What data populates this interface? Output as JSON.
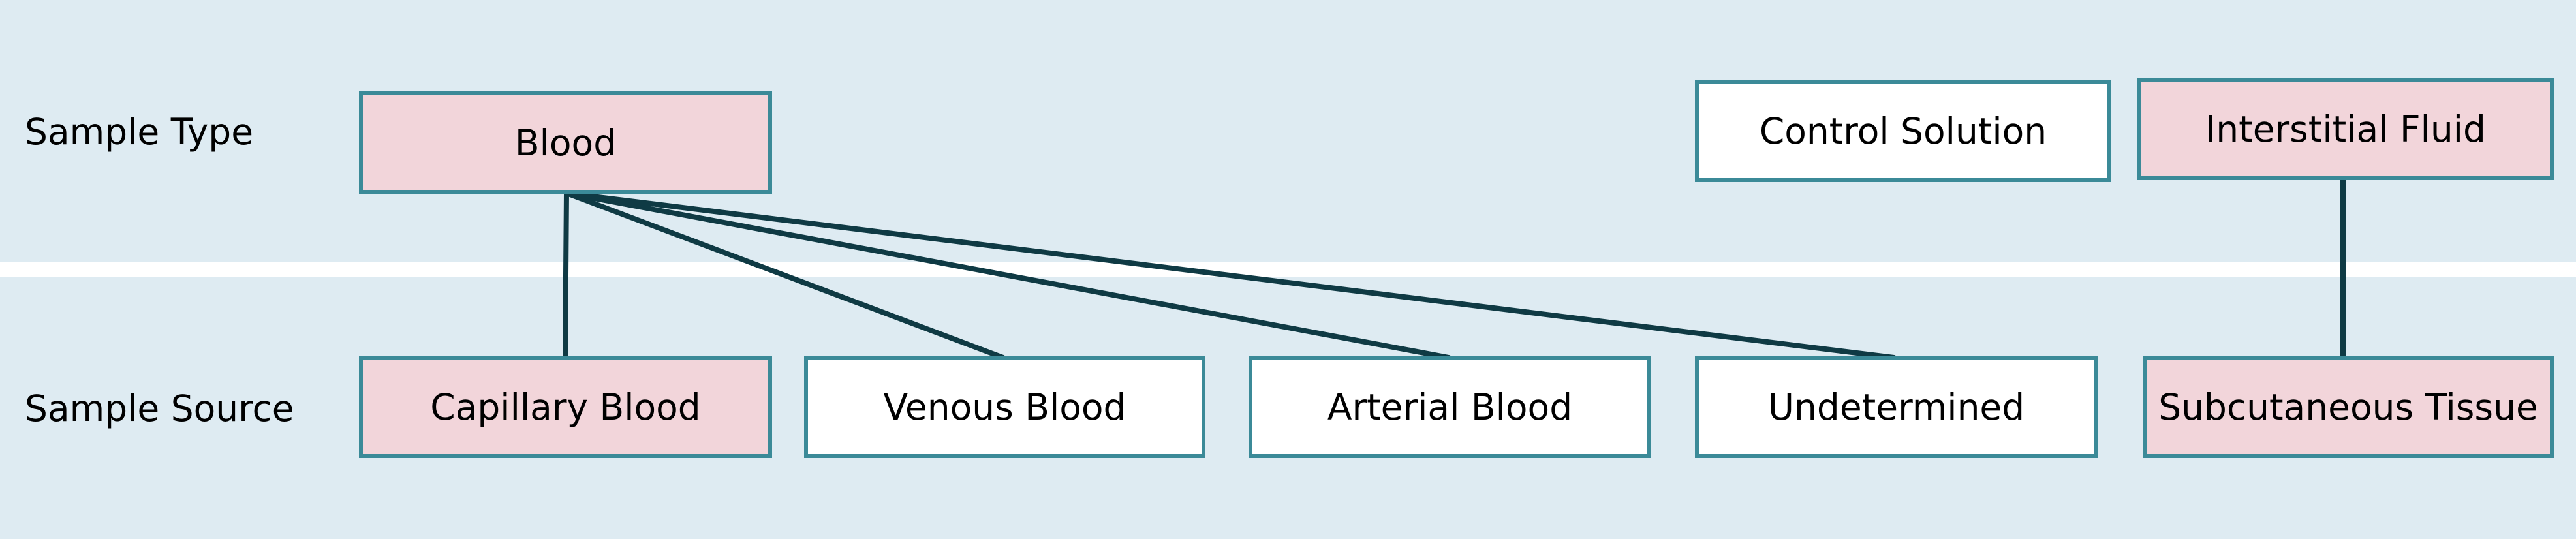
{
  "rows": {
    "sample_type": "Sample Type",
    "sample_source": "Sample Source"
  },
  "nodes": {
    "blood": "Blood",
    "control_solution": "Control Solution",
    "interstitial_fluid": "Interstitial Fluid",
    "capillary_blood": "Capillary Blood",
    "venous_blood": "Venous Blood",
    "arterial_blood": "Arterial Blood",
    "undetermined": "Undetermined",
    "subcutaneous_tissue": "Subcutaneous Tissue"
  },
  "highlighted_nodes": [
    "blood",
    "interstitial_fluid",
    "capillary_blood",
    "subcutaneous_tissue"
  ],
  "connections": [
    [
      "blood",
      "capillary_blood"
    ],
    [
      "blood",
      "venous_blood"
    ],
    [
      "blood",
      "arterial_blood"
    ],
    [
      "blood",
      "undetermined"
    ],
    [
      "interstitial_fluid",
      "subcutaneous_tissue"
    ]
  ],
  "colors": {
    "band": "#deebf2",
    "node_border": "#3b8a98",
    "highlight_fill": "#f2d5da",
    "connector": "#0f3a44"
  }
}
